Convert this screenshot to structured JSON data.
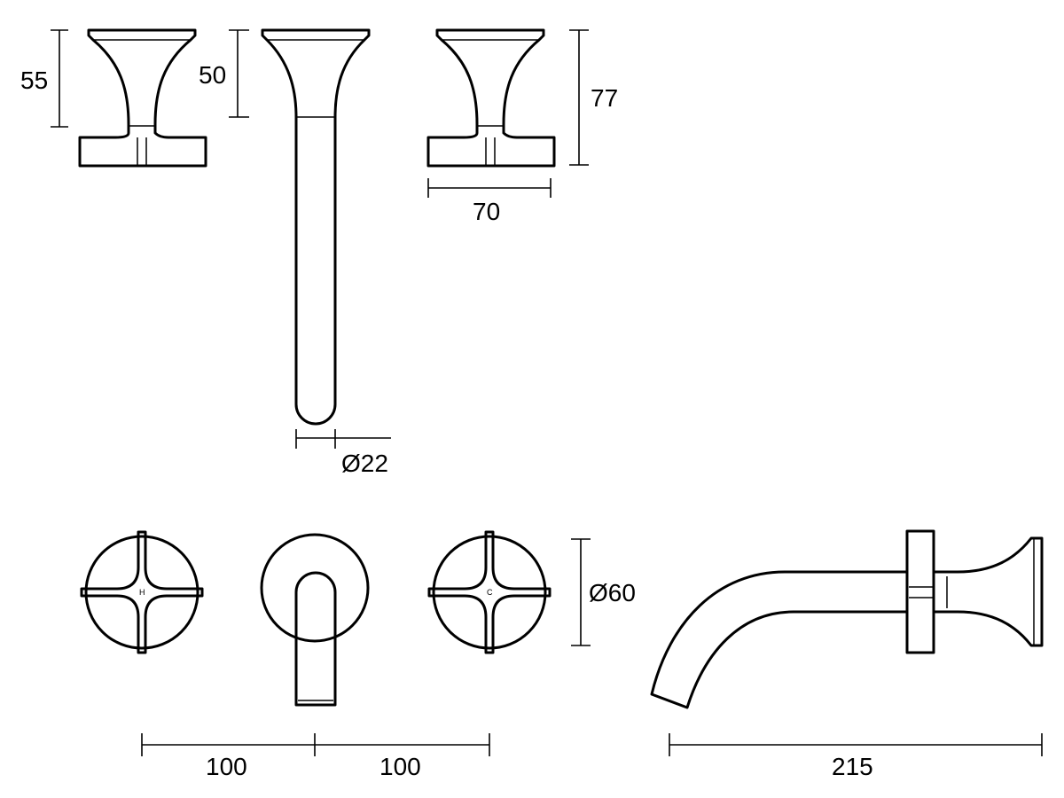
{
  "dimensions": {
    "handle_height": "55",
    "spout_flare_height": "50",
    "handle_total_height": "77",
    "handle_width": "70",
    "spout_diameter": "Ø22",
    "handle_spacing_left": "100",
    "handle_spacing_right": "100",
    "plate_diameter": "Ø60",
    "spout_projection": "215"
  },
  "handle_marks": {
    "hot": "H",
    "cold": "C"
  },
  "colors": {
    "line": "#000000",
    "background": "#ffffff"
  }
}
